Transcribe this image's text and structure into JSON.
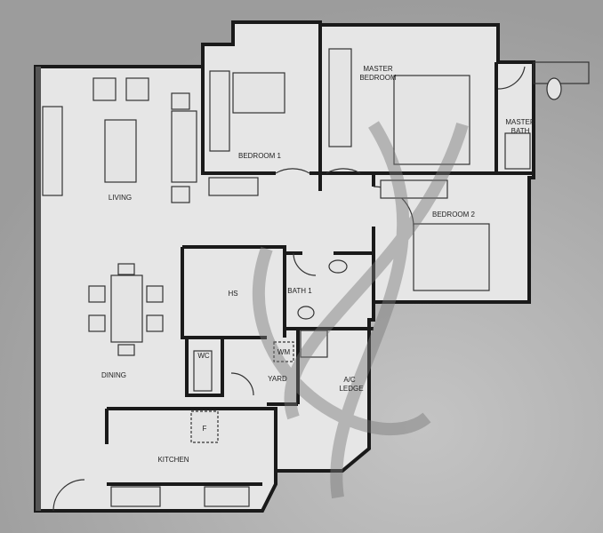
{
  "floor_plan": {
    "rooms": {
      "living": "LIVING",
      "bedroom1": "BEDROOM 1",
      "master_bedroom_line1": "MASTER",
      "master_bedroom_line2": "BEDROOM",
      "master_bath_line1": "MASTER",
      "master_bath_line2": "BATH",
      "bedroom2": "BEDROOM 2",
      "hs": "HS",
      "bath1": "BATH 1",
      "wc": "WC",
      "wm": "WM",
      "dining": "DINING",
      "yard": "YARD",
      "ac_ledge_line1": "A/C",
      "ac_ledge_line2": "LEDGE",
      "fridge": "F",
      "kitchen": "KITCHEN"
    },
    "colors": {
      "background": "#a9a9a9",
      "floor": "#e6e6e6",
      "wall": "#1a1a1a"
    }
  }
}
